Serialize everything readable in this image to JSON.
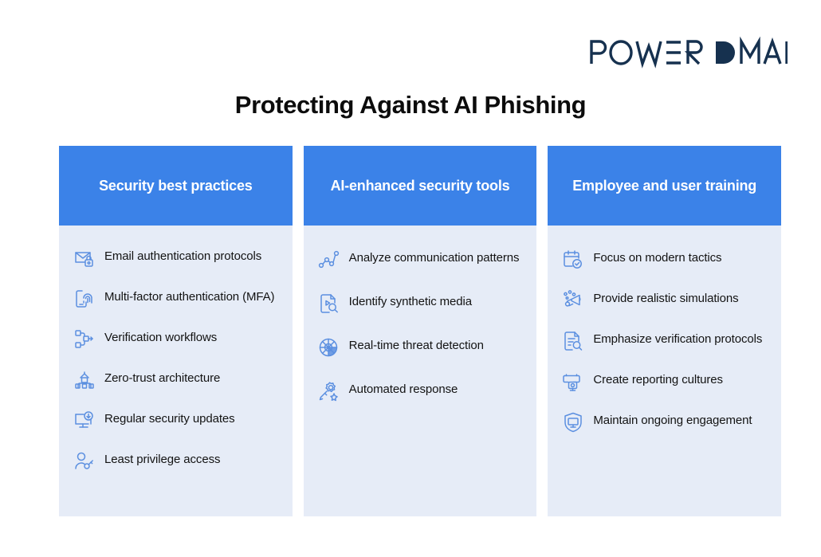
{
  "brand": {
    "name": "POWER DMARC",
    "word_one": "POWER",
    "word_two": "DMARC",
    "color": "#16314f"
  },
  "title": "Protecting Against AI Phishing",
  "theme": {
    "header_blue": "#3b82e8",
    "card_background": "#e6ecf7",
    "icon_blue": "#5b8fe0",
    "text_color": "#131313",
    "page_background": "#ffffff"
  },
  "columns": [
    {
      "header": "Security best practices",
      "items": [
        {
          "label": "Email authentication protocols",
          "icon": "envelope-lock-icon"
        },
        {
          "label": "Multi-factor authentication (MFA)",
          "icon": "phone-fingerprint-icon"
        },
        {
          "label": "Verification workflows",
          "icon": "workflow-nodes-icon"
        },
        {
          "label": "Zero-trust architecture",
          "icon": "building-architecture-icon"
        },
        {
          "label": "Regular security updates",
          "icon": "monitor-download-icon"
        },
        {
          "label": "Least privilege access",
          "icon": "user-key-icon"
        }
      ]
    },
    {
      "header": "AI-enhanced security tools",
      "items": [
        {
          "label": "Analyze communication patterns",
          "icon": "scatter-network-icon"
        },
        {
          "label": "Identify synthetic media",
          "icon": "media-search-icon"
        },
        {
          "label": "Real-time threat detection",
          "icon": "radar-globe-icon"
        },
        {
          "label": "Automated response",
          "icon": "magic-gear-icon"
        }
      ]
    },
    {
      "header": "Employee and user training",
      "items": [
        {
          "label": "Focus on modern tactics",
          "icon": "calendar-check-icon"
        },
        {
          "label": "Provide realistic simulations",
          "icon": "megaphone-confetti-icon"
        },
        {
          "label": "Emphasize verification protocols",
          "icon": "document-search-icon"
        },
        {
          "label": "Create reporting cultures",
          "icon": "screen-report-icon"
        },
        {
          "label": "Maintain ongoing engagement",
          "icon": "shield-monitor-icon"
        }
      ]
    }
  ]
}
